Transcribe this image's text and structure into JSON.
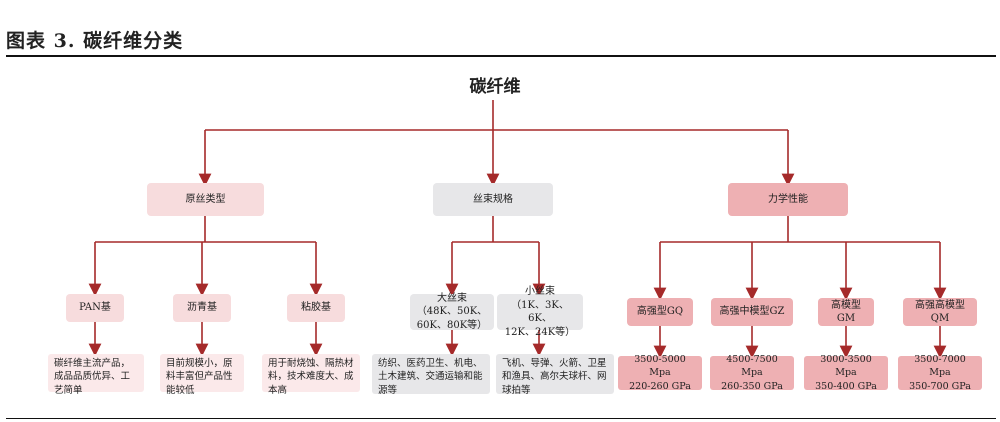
{
  "figure_title": "图表 3. 碳纤维分类",
  "root": "碳纤维",
  "categories": {
    "precursor": {
      "label": "原丝类型",
      "children": [
        {
          "label": "PAN基",
          "desc": "碳纤维主流产品，成品品质优异、工艺简单"
        },
        {
          "label": "沥青基",
          "desc": "目前规模小，原料丰富但产品性能较低"
        },
        {
          "label": "粘胶基",
          "desc": "用于耐烧蚀、隔热材料，技术难度大、成本高"
        }
      ]
    },
    "tow": {
      "label": "丝束规格",
      "children": [
        {
          "label_line1": "大丝束",
          "label_line2": "（48K、50K、",
          "label_line3": "60K、80K等）",
          "desc": "纺织、医药卫生、机电、土木建筑、交通运输和能源等"
        },
        {
          "label_line1": "小丝束",
          "label_line2": "（1K、3K、6K、",
          "label_line3": "12K、24K等）",
          "desc": "飞机、导弹、火箭、卫星和渔具、高尔夫球杆、网球拍等"
        }
      ]
    },
    "mechanical": {
      "label": "力学性能",
      "children": [
        {
          "label_line1": "高强型GQ",
          "spec1": "3500-5000 Mpa",
          "spec2": "220-260 GPa"
        },
        {
          "label_line1": "高强中模型GZ",
          "spec1": "4500-7500 Mpa",
          "spec2": "260-350 GPa"
        },
        {
          "label_line1": "高模型",
          "label_line2": "GM",
          "spec1": "3000-3500 Mpa",
          "spec2": "350-400 GPa"
        },
        {
          "label_line1": "高强高模型",
          "label_line2": "QM",
          "spec1": "3500-7000 Mpa",
          "spec2": "350-700 GPa"
        }
      ]
    }
  },
  "colors": {
    "line": "#a52a2a",
    "light_pink": "#f7dcdd",
    "mid_pink": "#eeb0b3",
    "grey": "#e7e7e9"
  }
}
